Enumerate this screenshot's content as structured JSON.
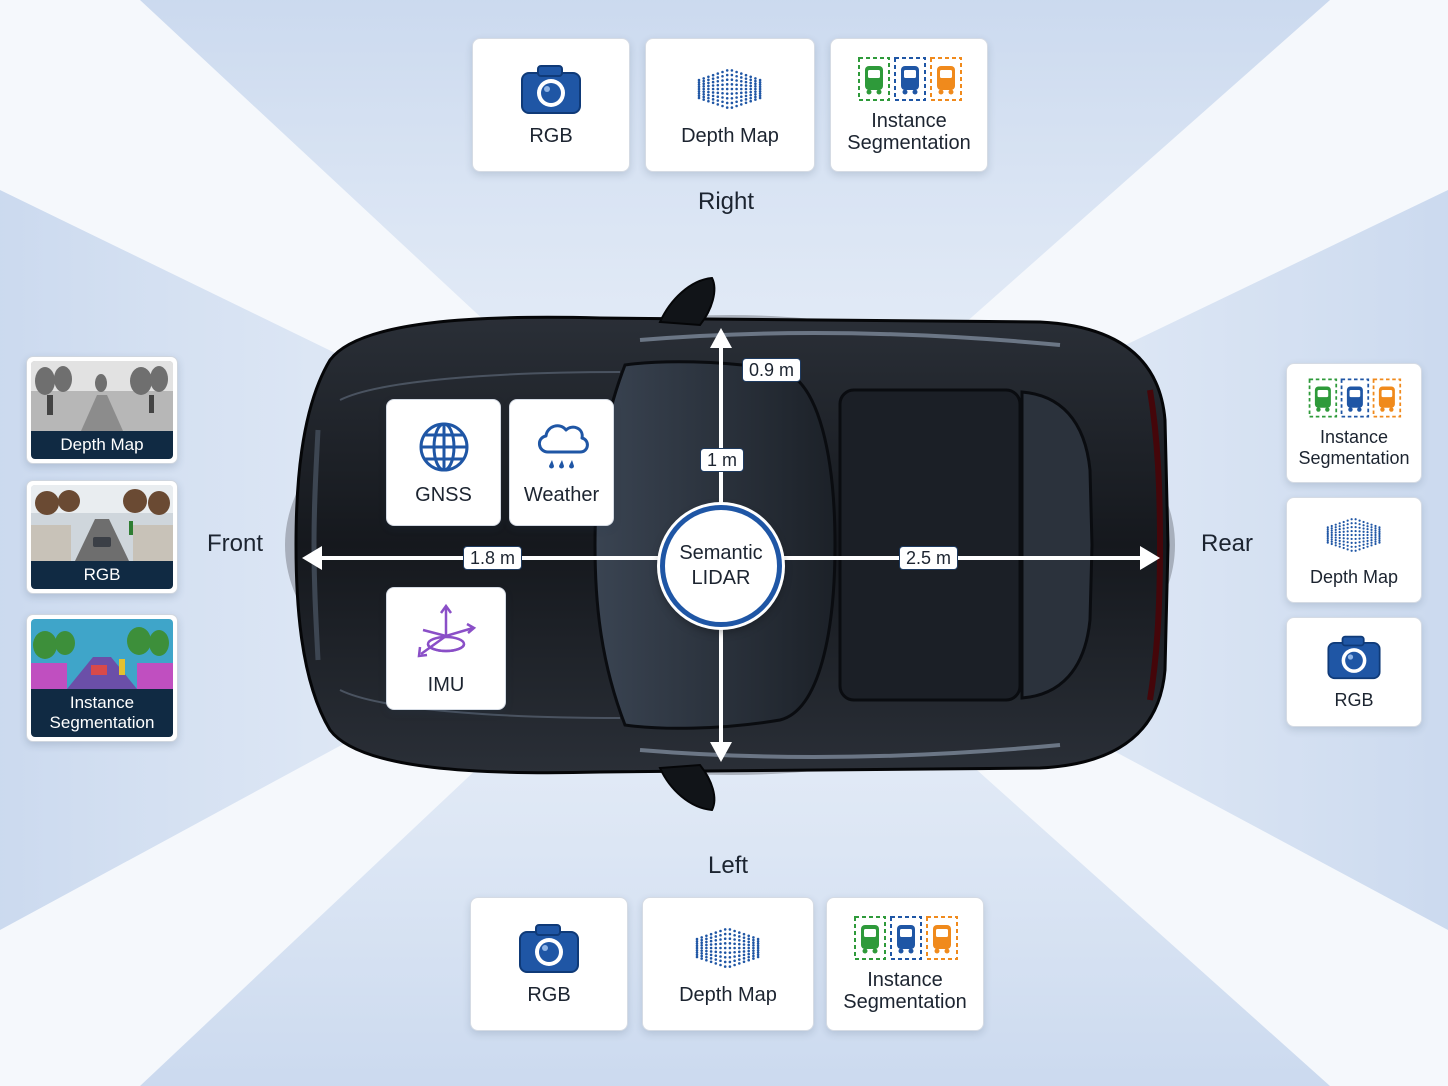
{
  "directions": {
    "right": "Right",
    "left": "Left",
    "front": "Front",
    "rear": "Rear"
  },
  "right_cards": [
    {
      "label": "RGB",
      "icon": "camera-icon"
    },
    {
      "label": "Depth Map",
      "icon": "depth-dots-icon"
    },
    {
      "label": "Instance\nSegmentation",
      "icon": "vehicle-segmentation-icon"
    }
  ],
  "left_cards": [
    {
      "label": "RGB",
      "icon": "camera-icon"
    },
    {
      "label": "Depth Map",
      "icon": "depth-dots-icon"
    },
    {
      "label": "Instance\nSegmentation",
      "icon": "vehicle-segmentation-icon"
    }
  ],
  "front_thumbs": [
    {
      "label": "Depth Map"
    },
    {
      "label": "RGB"
    },
    {
      "label": "Instance\nSegmentation"
    }
  ],
  "rear_cards": [
    {
      "label": "Instance\nSegmentation",
      "icon": "vehicle-segmentation-icon"
    },
    {
      "label": "Depth Map",
      "icon": "depth-dots-icon"
    },
    {
      "label": "RGB",
      "icon": "camera-icon"
    }
  ],
  "car_sensors": {
    "gnss": "GNSS",
    "weather": "Weather",
    "imu": "IMU",
    "lidar_line1": "Semantic",
    "lidar_line2": "LIDAR"
  },
  "measurements": {
    "top": "0.9 m",
    "vertical": "1 m",
    "front": "1.8 m",
    "rear": "2.5 m"
  },
  "colors": {
    "accent_blue": "#1f56a5",
    "seg_green": "#2e9a3a",
    "seg_blue": "#1f56a5",
    "seg_orange": "#f08a1c",
    "imu_purple": "#8a4fc7",
    "car_body": "#15181d"
  }
}
